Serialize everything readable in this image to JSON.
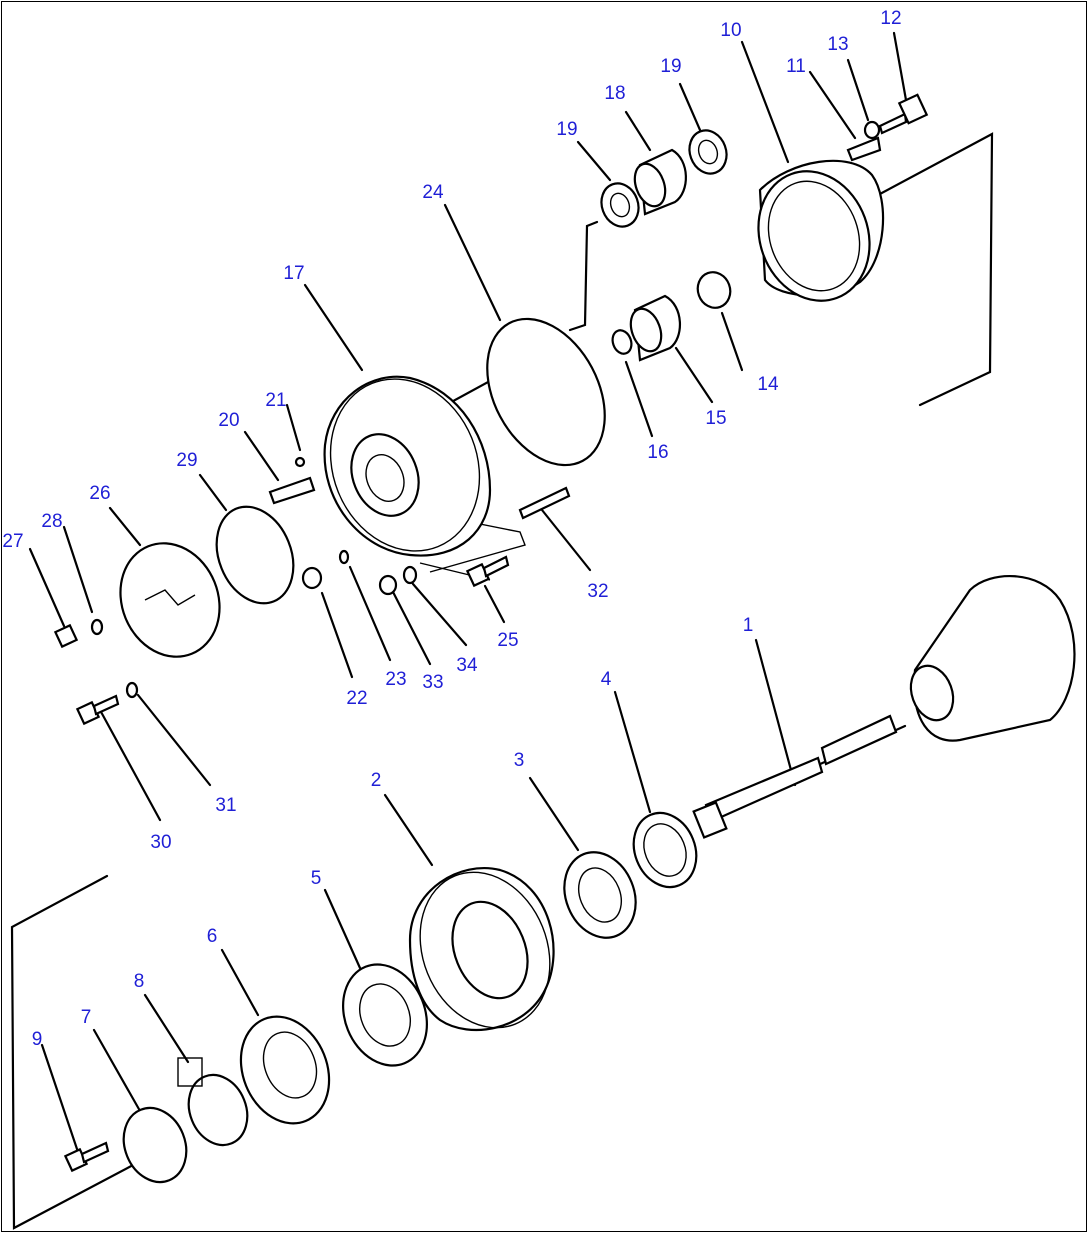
{
  "diagram": {
    "callouts": [
      {
        "id": "1",
        "text": "1"
      },
      {
        "id": "2",
        "text": "2"
      },
      {
        "id": "3",
        "text": "3"
      },
      {
        "id": "4",
        "text": "4"
      },
      {
        "id": "5",
        "text": "5"
      },
      {
        "id": "6",
        "text": "6"
      },
      {
        "id": "7",
        "text": "7"
      },
      {
        "id": "8",
        "text": "8"
      },
      {
        "id": "9",
        "text": "9"
      },
      {
        "id": "10",
        "text": "10"
      },
      {
        "id": "11",
        "text": "11"
      },
      {
        "id": "12",
        "text": "12"
      },
      {
        "id": "13",
        "text": "13"
      },
      {
        "id": "14",
        "text": "14"
      },
      {
        "id": "15",
        "text": "15"
      },
      {
        "id": "16",
        "text": "16"
      },
      {
        "id": "17",
        "text": "17"
      },
      {
        "id": "18",
        "text": "18"
      },
      {
        "id": "19a",
        "text": "19"
      },
      {
        "id": "19b",
        "text": "19"
      },
      {
        "id": "20",
        "text": "20"
      },
      {
        "id": "21",
        "text": "21"
      },
      {
        "id": "22",
        "text": "22"
      },
      {
        "id": "23",
        "text": "23"
      },
      {
        "id": "24",
        "text": "24"
      },
      {
        "id": "25",
        "text": "25"
      },
      {
        "id": "26",
        "text": "26"
      },
      {
        "id": "27",
        "text": "27"
      },
      {
        "id": "28",
        "text": "28"
      },
      {
        "id": "29",
        "text": "29"
      },
      {
        "id": "30",
        "text": "30"
      },
      {
        "id": "31",
        "text": "31"
      },
      {
        "id": "32",
        "text": "32"
      },
      {
        "id": "33",
        "text": "33"
      },
      {
        "id": "34",
        "text": "34"
      }
    ],
    "colors": {
      "callout": "#1f1fd6",
      "line": "#000000",
      "background": "#ffffff"
    }
  }
}
